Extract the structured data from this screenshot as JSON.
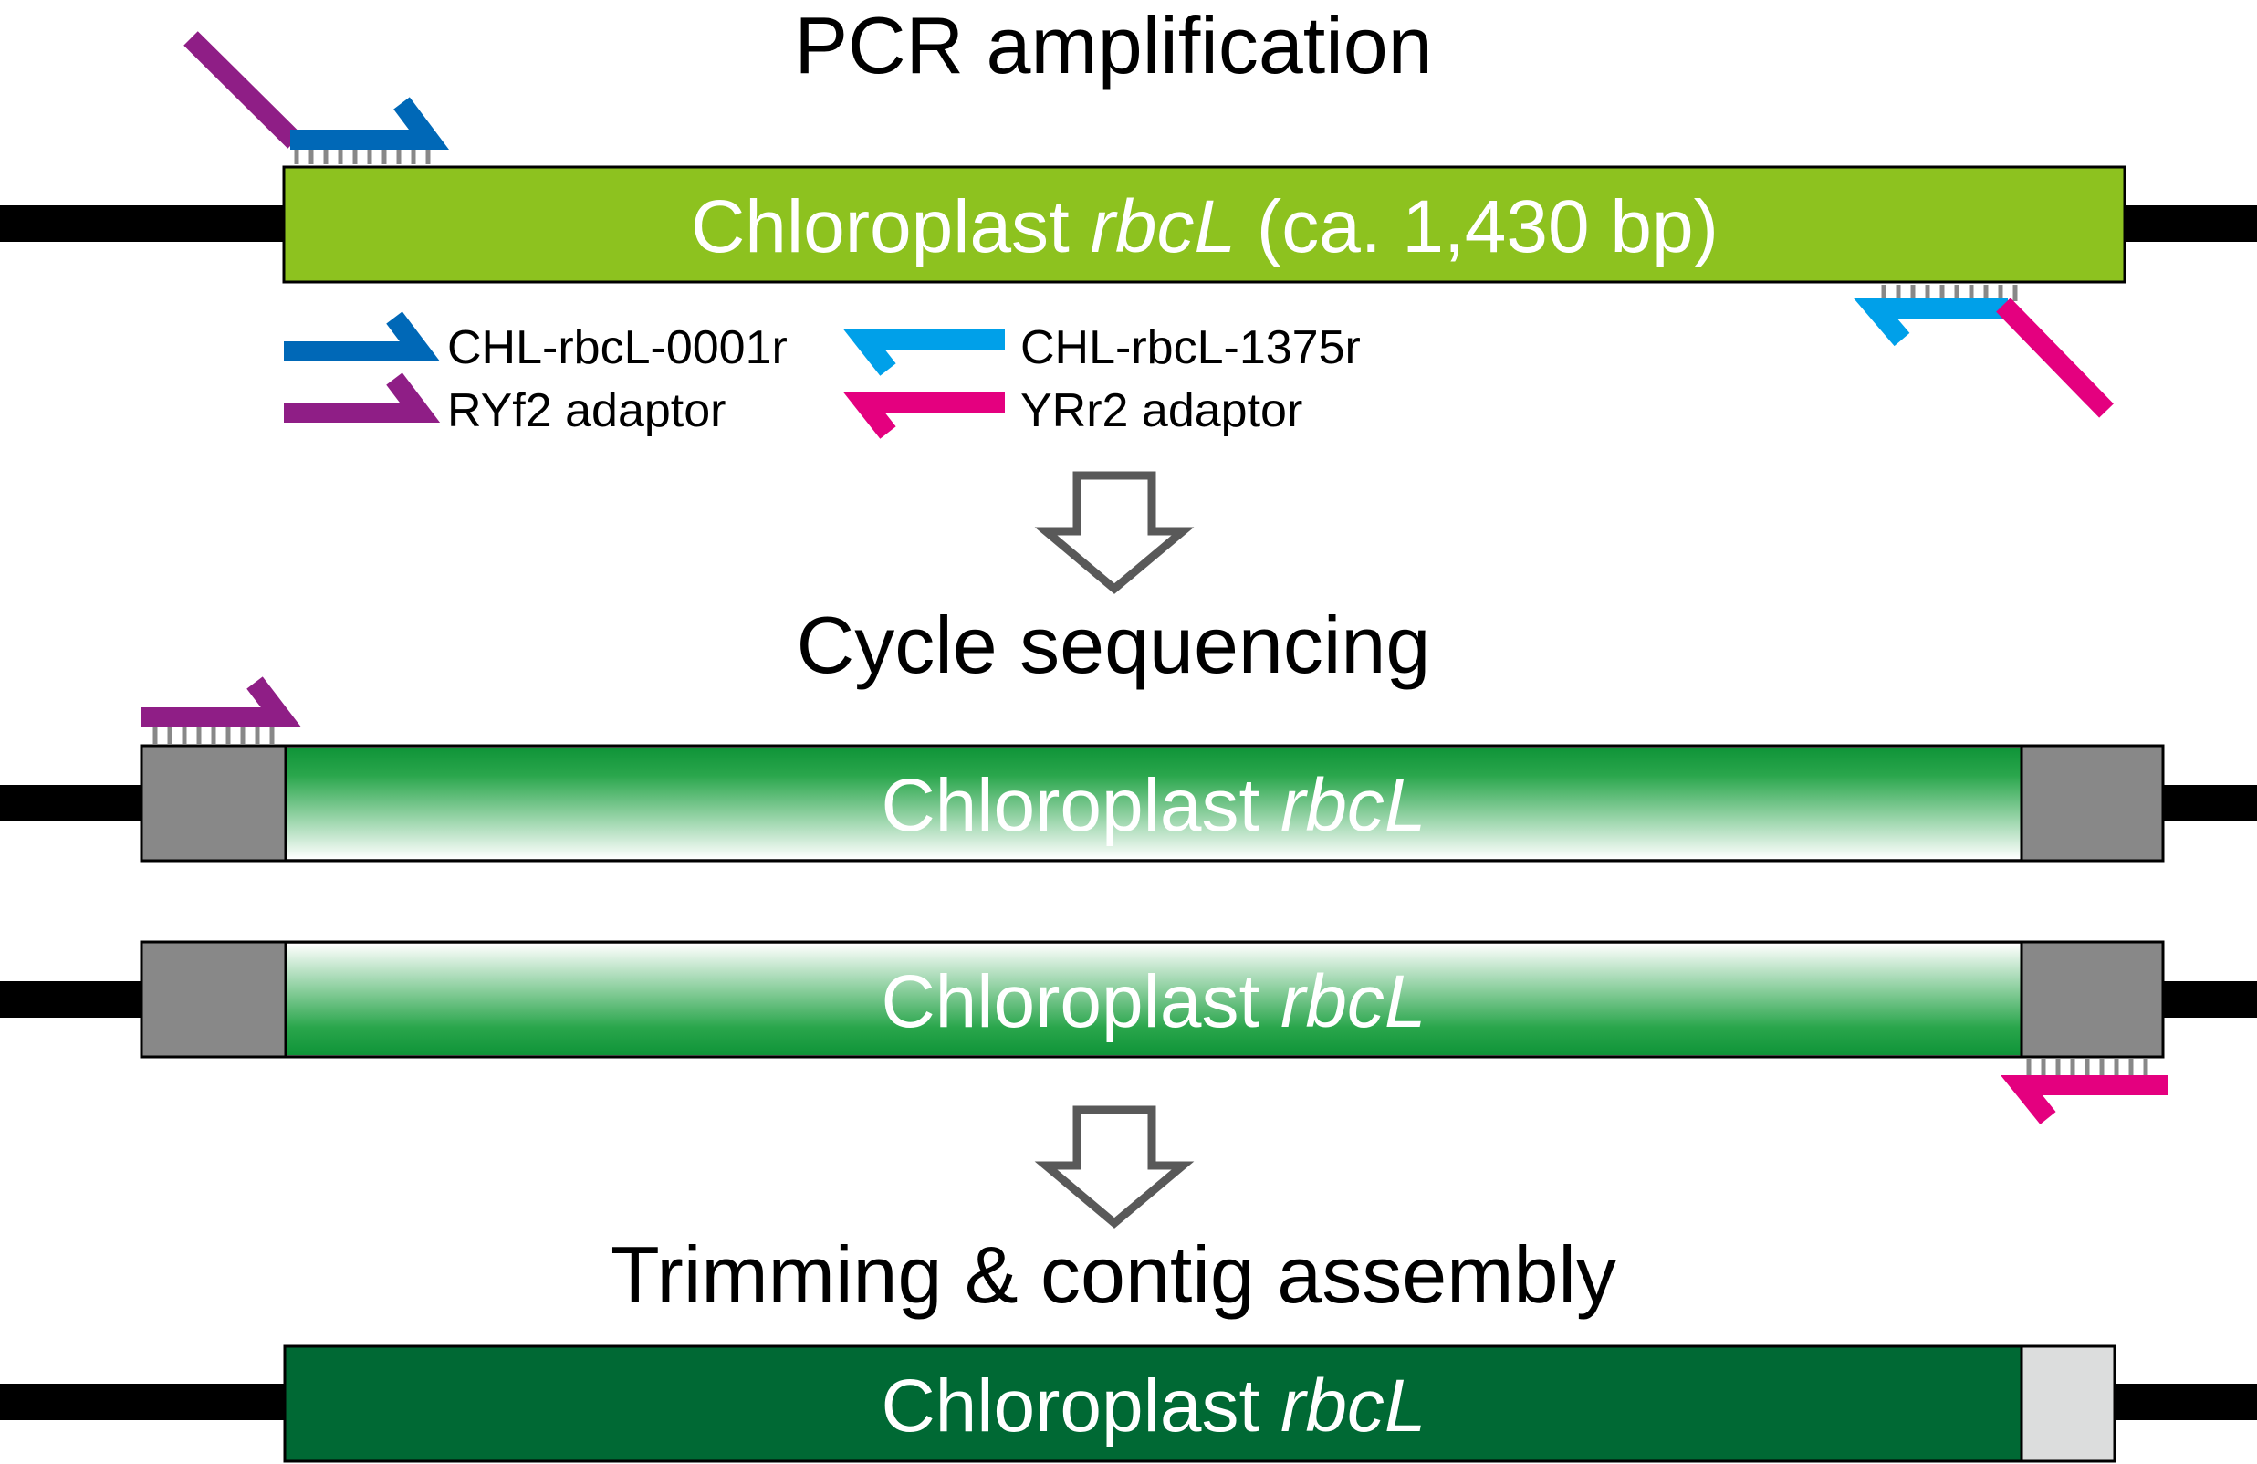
{
  "sections": {
    "pcr": {
      "title": "PCR amplification",
      "bar_label_prefix": "Chloroplast ",
      "bar_label_gene": "rbcL",
      "bar_label_suffix": " (ca. 1,430 bp)"
    },
    "cycle": {
      "title": "Cycle sequencing",
      "forward_bar_prefix": "Chloroplast ",
      "forward_bar_gene": "rbcL",
      "reverse_bar_prefix": "Chloroplast ",
      "reverse_bar_gene": "rbcL"
    },
    "assembly": {
      "title": "Trimming & contig assembly",
      "bar_label_prefix": "Chloroplast ",
      "bar_label_gene": "rbcL"
    }
  },
  "legend": {
    "forward_primer": "CHL-rbcL-0001r",
    "forward_adaptor": "RYf2 adaptor",
    "reverse_primer": "CHL-rbcL-1375r",
    "reverse_adaptor": "YRr2 adaptor"
  },
  "colors": {
    "flank_line": "#000000",
    "pcr_bar": "#8dc21f",
    "seq_green": "#0f9438",
    "assembly_bar": "#006934",
    "adaptor_region": "#888888",
    "trimmed_region": "#dcdddd",
    "primer_forward": "#0068b7",
    "primer_reverse": "#00a0e9",
    "adaptor_forward": "#8f1e86",
    "adaptor_reverse": "#e4007f",
    "process_arrow": "#595959"
  }
}
